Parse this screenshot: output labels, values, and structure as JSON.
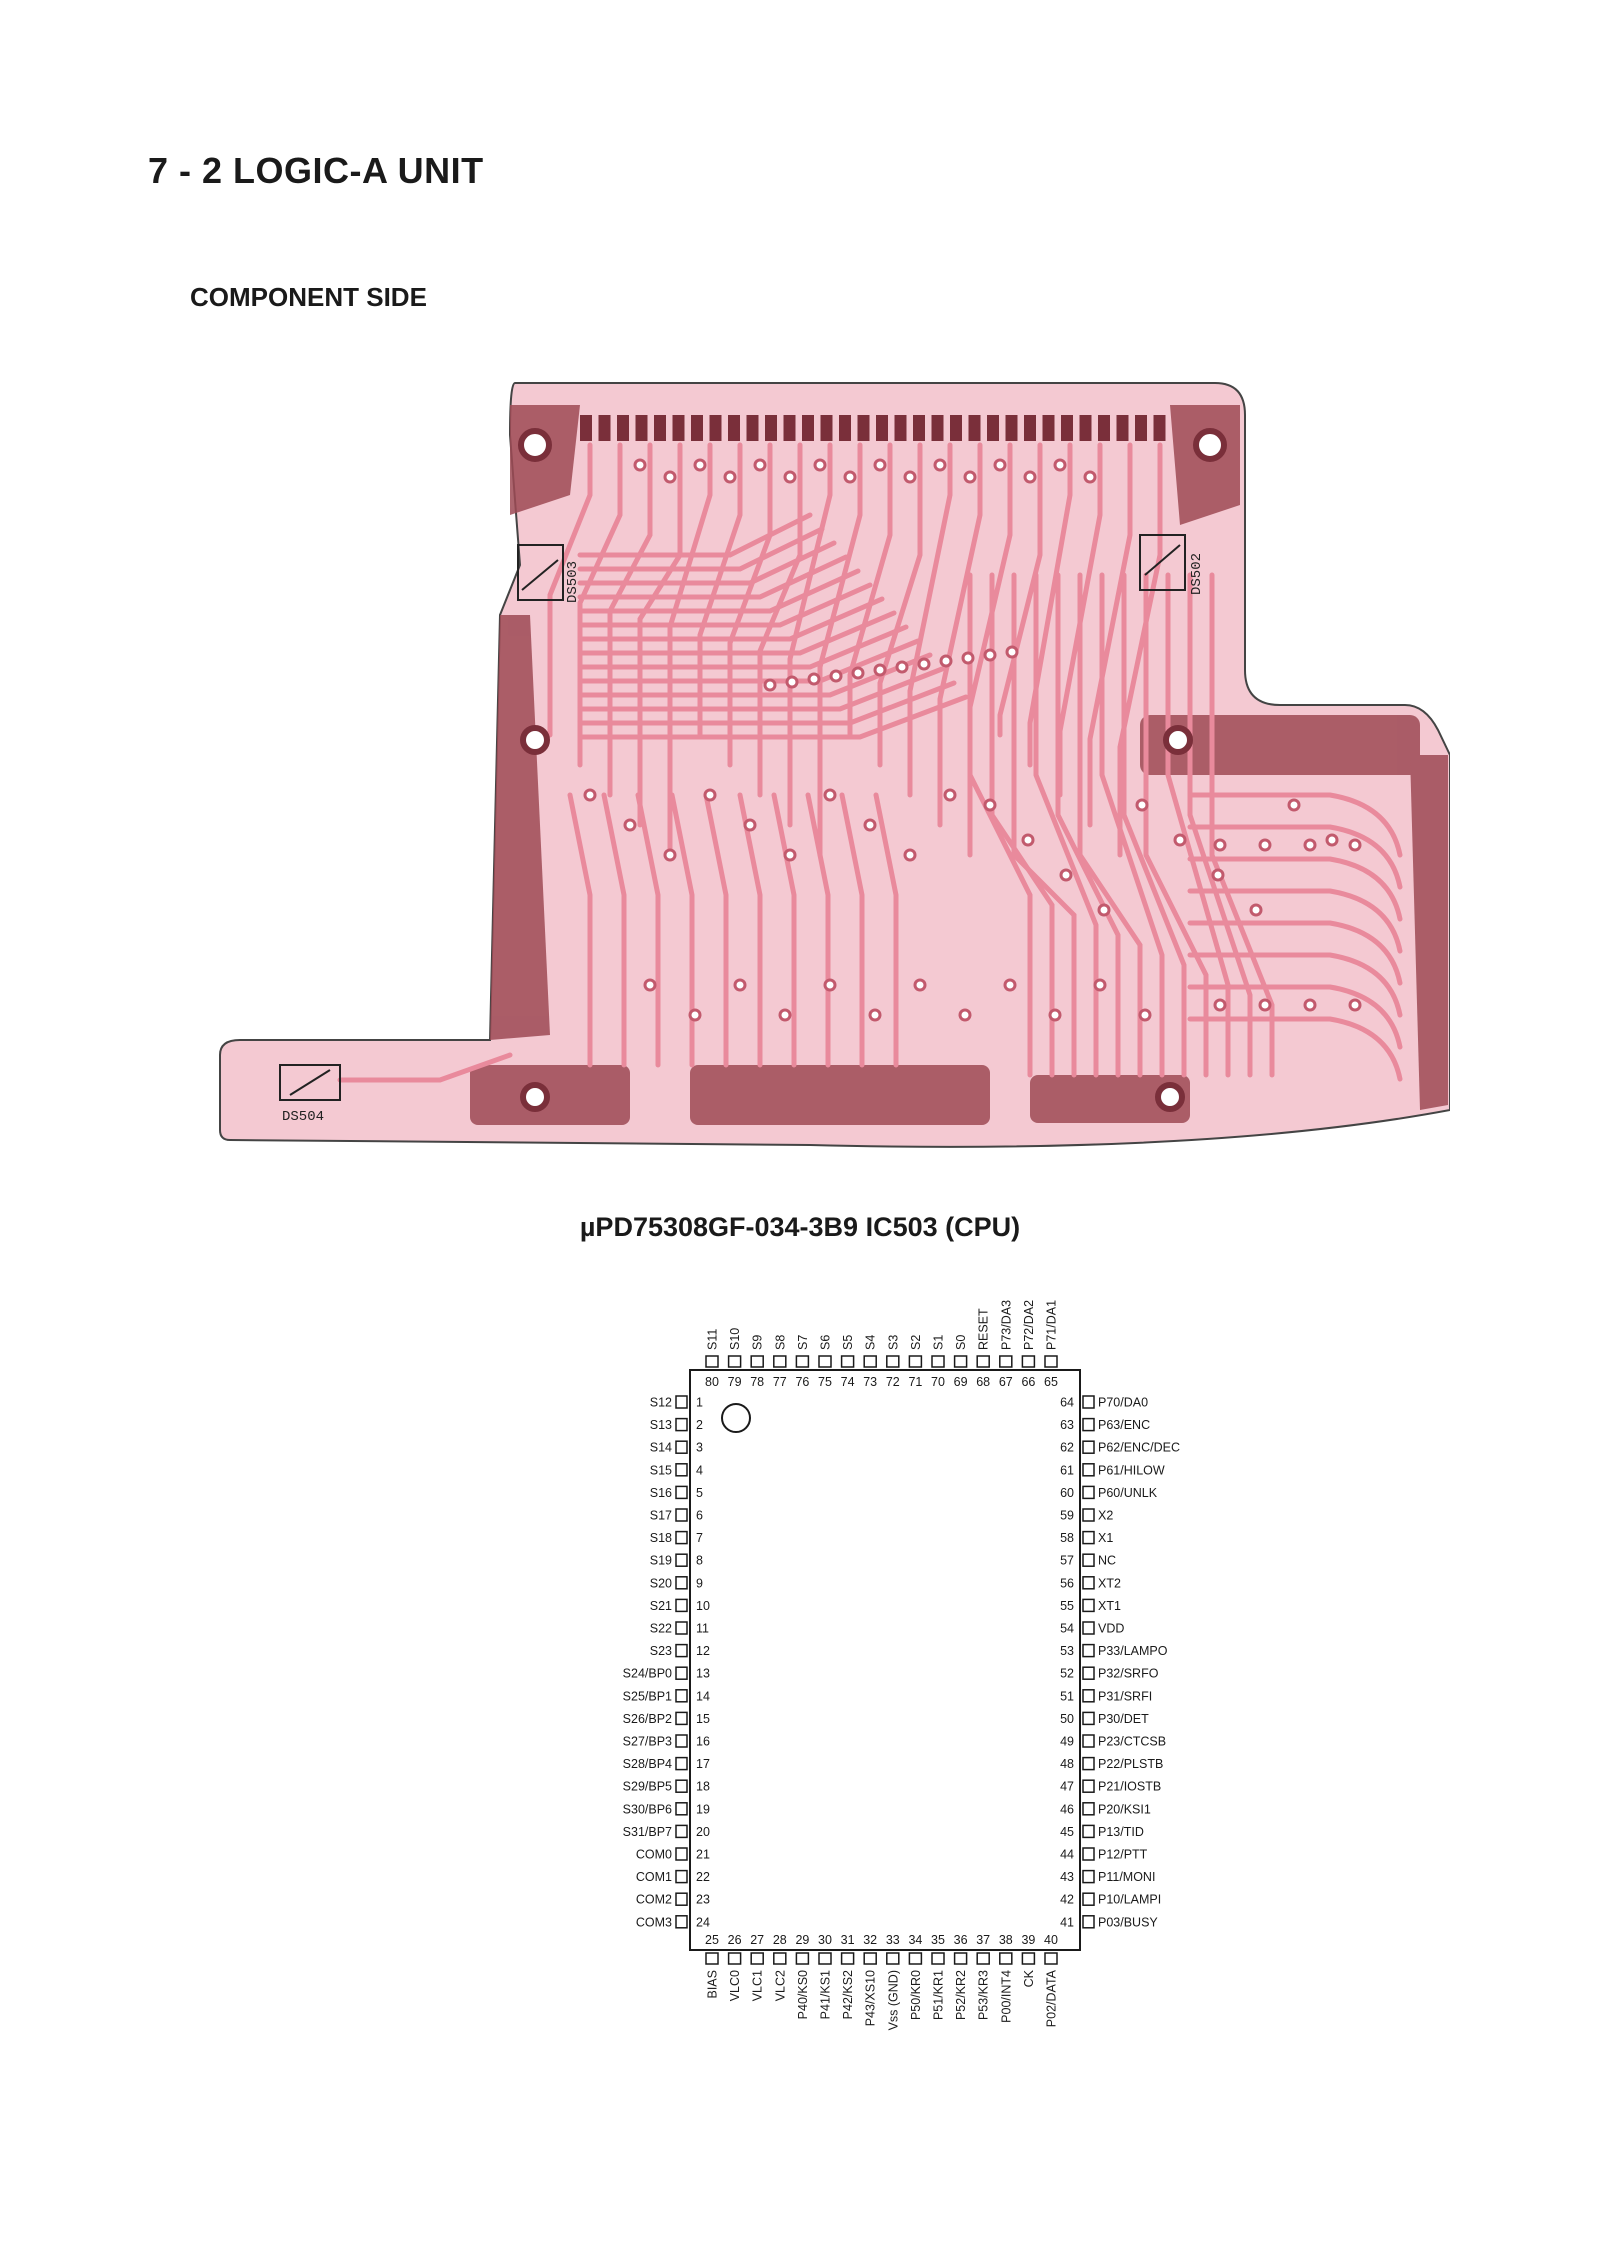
{
  "section_title": "7 - 2   LOGIC-A UNIT",
  "side_label": "COMPONENT SIDE",
  "pcb": {
    "labels": [
      "DS503",
      "DS502",
      "DS504"
    ],
    "colors": {
      "board": "#f4c9d2",
      "copper": "#9e4a55",
      "trace": "#e98a9c"
    }
  },
  "ic": {
    "title": "µPD75308GF-034-3B9   IC503 (CPU)",
    "pins": [
      {
        "n": "1",
        "name": "S12"
      },
      {
        "n": "2",
        "name": "S13"
      },
      {
        "n": "3",
        "name": "S14"
      },
      {
        "n": "4",
        "name": "S15"
      },
      {
        "n": "5",
        "name": "S16"
      },
      {
        "n": "6",
        "name": "S17"
      },
      {
        "n": "7",
        "name": "S18"
      },
      {
        "n": "8",
        "name": "S19"
      },
      {
        "n": "9",
        "name": "S20"
      },
      {
        "n": "10",
        "name": "S21"
      },
      {
        "n": "11",
        "name": "S22"
      },
      {
        "n": "12",
        "name": "S23"
      },
      {
        "n": "13",
        "name": "S24/BP0"
      },
      {
        "n": "14",
        "name": "S25/BP1"
      },
      {
        "n": "15",
        "name": "S26/BP2"
      },
      {
        "n": "16",
        "name": "S27/BP3"
      },
      {
        "n": "17",
        "name": "S28/BP4"
      },
      {
        "n": "18",
        "name": "S29/BP5"
      },
      {
        "n": "19",
        "name": "S30/BP6"
      },
      {
        "n": "20",
        "name": "S31/BP7"
      },
      {
        "n": "21",
        "name": "COM0"
      },
      {
        "n": "22",
        "name": "COM1"
      },
      {
        "n": "23",
        "name": "COM2"
      },
      {
        "n": "24",
        "name": "COM3"
      },
      {
        "n": "25",
        "name": "BIAS"
      },
      {
        "n": "26",
        "name": "VLC0"
      },
      {
        "n": "27",
        "name": "VLC1"
      },
      {
        "n": "28",
        "name": "VLC2"
      },
      {
        "n": "29",
        "name": "P40/KS0"
      },
      {
        "n": "30",
        "name": "P41/KS1"
      },
      {
        "n": "31",
        "name": "P42/KS2"
      },
      {
        "n": "32",
        "name": "P43/XS10"
      },
      {
        "n": "33",
        "name": "Vss (GND)"
      },
      {
        "n": "34",
        "name": "P50/KR0"
      },
      {
        "n": "35",
        "name": "P51/KR1"
      },
      {
        "n": "36",
        "name": "P52/KR2"
      },
      {
        "n": "37",
        "name": "P53/KR3"
      },
      {
        "n": "38",
        "name": "P00/INT4"
      },
      {
        "n": "39",
        "name": "CK"
      },
      {
        "n": "40",
        "name": "P02/DATA"
      },
      {
        "n": "41",
        "name": "P03/BUSY"
      },
      {
        "n": "42",
        "name": "P10/LAMPI"
      },
      {
        "n": "43",
        "name": "P11/MONI"
      },
      {
        "n": "44",
        "name": "P12/PTT"
      },
      {
        "n": "45",
        "name": "P13/TID"
      },
      {
        "n": "46",
        "name": "P20/KSI1"
      },
      {
        "n": "47",
        "name": "P21/IOSTB"
      },
      {
        "n": "48",
        "name": "P22/PLSTB"
      },
      {
        "n": "49",
        "name": "P23/CTCSB"
      },
      {
        "n": "50",
        "name": "P30/DET"
      },
      {
        "n": "51",
        "name": "P31/SRFI"
      },
      {
        "n": "52",
        "name": "P32/SRFO"
      },
      {
        "n": "53",
        "name": "P33/LAMPO"
      },
      {
        "n": "54",
        "name": "VDD"
      },
      {
        "n": "55",
        "name": "XT1"
      },
      {
        "n": "56",
        "name": "XT2"
      },
      {
        "n": "57",
        "name": "NC"
      },
      {
        "n": "58",
        "name": "X1"
      },
      {
        "n": "59",
        "name": "X2"
      },
      {
        "n": "60",
        "name": "P60/UNLK"
      },
      {
        "n": "61",
        "name": "P61/HILOW"
      },
      {
        "n": "62",
        "name": "P62/ENC/DEC"
      },
      {
        "n": "63",
        "name": "P63/ENC"
      },
      {
        "n": "64",
        "name": "P70/DA0"
      },
      {
        "n": "65",
        "name": "P71/DA1"
      },
      {
        "n": "66",
        "name": "P72/DA2"
      },
      {
        "n": "67",
        "name": "P73/DA3"
      },
      {
        "n": "68",
        "name": "RESET"
      },
      {
        "n": "69",
        "name": "S0"
      },
      {
        "n": "70",
        "name": "S1"
      },
      {
        "n": "71",
        "name": "S2"
      },
      {
        "n": "72",
        "name": "S3"
      },
      {
        "n": "73",
        "name": "S4"
      },
      {
        "n": "74",
        "name": "S5"
      },
      {
        "n": "75",
        "name": "S6"
      },
      {
        "n": "76",
        "name": "S7"
      },
      {
        "n": "77",
        "name": "S8"
      },
      {
        "n": "78",
        "name": "S9"
      },
      {
        "n": "79",
        "name": "S10"
      },
      {
        "n": "80",
        "name": "S11"
      }
    ]
  }
}
